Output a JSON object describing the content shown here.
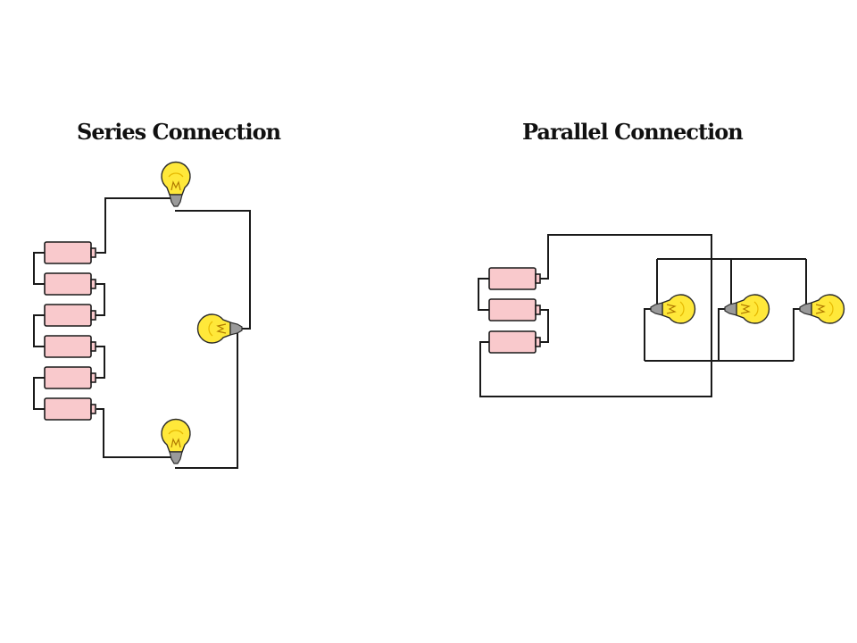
{
  "series": {
    "title": "Series Connection",
    "cells": 6,
    "bulbs": 3
  },
  "parallel": {
    "title": "Parallel Connection",
    "cells": 3,
    "bulbs": 3
  },
  "colors": {
    "cell_fill": "#f9c9cc",
    "bulb_glass": "#ffe83a",
    "wire": "#1a1a1a"
  },
  "icons": {
    "cell": "battery-cell-icon",
    "bulb": "light-bulb-icon"
  }
}
